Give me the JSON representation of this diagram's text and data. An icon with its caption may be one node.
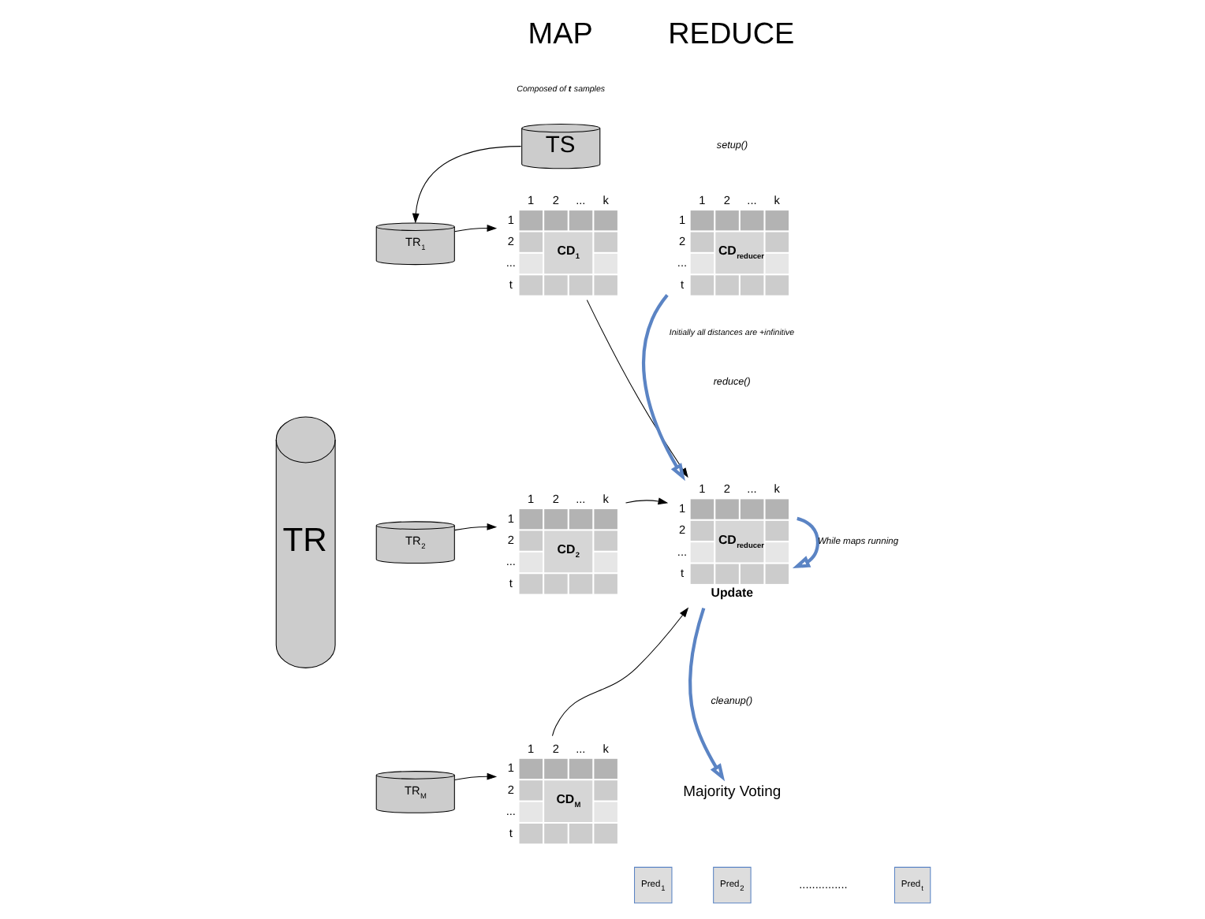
{
  "diagram": {
    "nodes": [
      {
        "text": [
          "TR"
        ]
      },
      {
        "text": [
          "TS"
        ],
        "beside": [
          "Composed of **t** samples"
        ]
      },
      {
        "text": [
          "TR$_{1}$"
        ]
      },
      {
        "text": [
          "1",
          "2",
          "...",
          "k",
          "1",
          "2",
          "...",
          "t",
          "CD$_{1}$"
        ]
      },
      {
        "text": [
          "TR$_{2}$"
        ]
      },
      {
        "text": [
          "1",
          "2",
          "...",
          "k",
          "1",
          "2",
          "...",
          "t",
          "CD$_{2}$"
        ]
      },
      {
        "text": [
          "TR$_{M}$"
        ]
      },
      {
        "text": [
          "1",
          "2",
          "...",
          "k",
          "1",
          "2",
          "...",
          "t",
          "CD$_{M}$"
        ]
      },
      {
        "text": [
          "1",
          "2",
          "...",
          "k",
          "1",
          "2",
          "...",
          "t",
          "CD$_{reducer}$"
        ]
      },
      {
        "text": [
          "1",
          "2",
          "...",
          "k",
          "1",
          "2",
          "...",
          "t",
          "CD$_{reducer}$"
        ],
        "beside": [
          "Update"
        ]
      },
      {
        "text": [
          "Majority Voting"
        ]
      },
      {
        "text": [
          "Pred$_{1}$"
        ]
      },
      {
        "text": [
          "Pred$_{2}$"
        ]
      },
      {
        "text": [
          "Pred$_{t}$"
        ]
      }
    ],
    "edges": [
      {
        "from": 1,
        "to": 2,
        "arrow": "to"
      },
      {
        "from": 2,
        "to": 3,
        "arrow": "to"
      },
      {
        "from": 4,
        "to": 5,
        "arrow": "to"
      },
      {
        "from": 6,
        "to": 7,
        "arrow": "to"
      },
      {
        "from": 3,
        "to": 9,
        "arrow": "to"
      },
      {
        "from": 5,
        "to": 9,
        "arrow": "to"
      },
      {
        "from": 7,
        "to": 9,
        "arrow": "to"
      },
      {
        "from": 8,
        "to": 9,
        "arrow": "to",
        "style": "thick",
        "color": "#5b84c4"
      },
      {
        "from": 9,
        "to": 9,
        "arrow": "to",
        "label": "While maps running",
        "style": "thick",
        "color": "#5b84c4"
      },
      {
        "from": 9,
        "to": 10,
        "arrow": "to",
        "style": "thick",
        "color": "#5b84c4"
      }
    ],
    "labels": [
      "MAP",
      "REDUCE",
      "setup()",
      "Initially all distances are +infinitive",
      "reduce()",
      "cleanup()",
      "..............."
    ]
  }
}
